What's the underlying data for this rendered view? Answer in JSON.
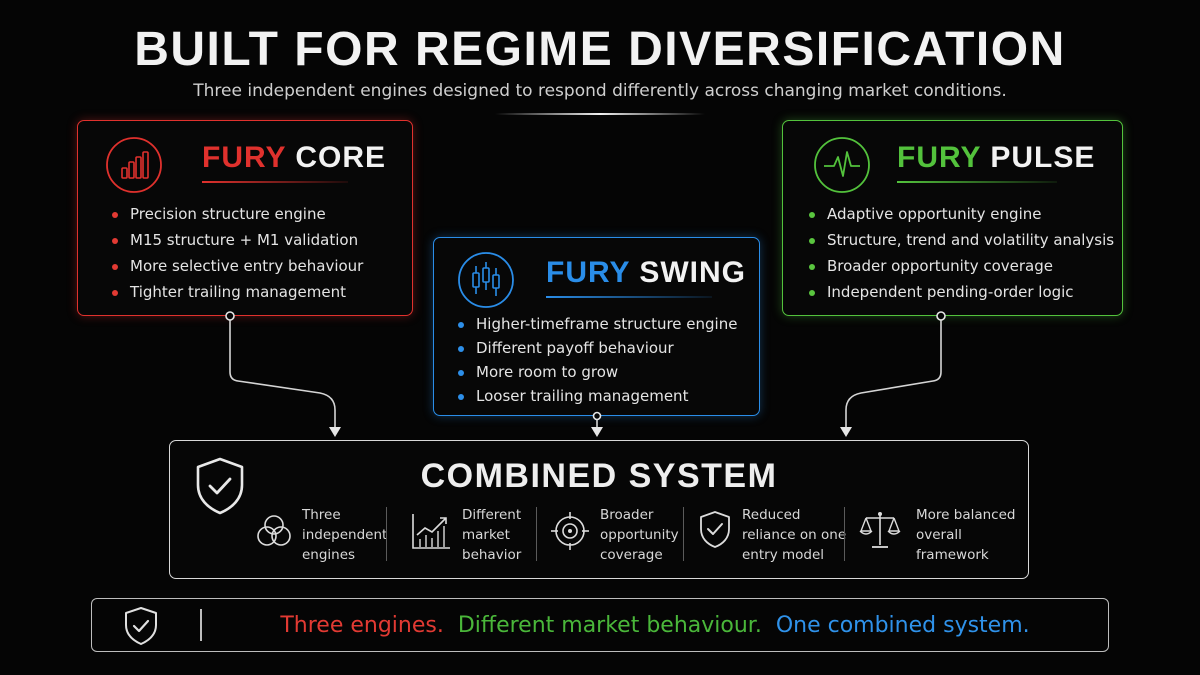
{
  "header": {
    "title": "BUILT FOR REGIME DIVERSIFICATION",
    "subtitle": "Three independent engines designed to respond differently across changing market conditions."
  },
  "engines": {
    "core": {
      "name_prefix": "FURY",
      "name_suffix": "CORE",
      "accent": "#e0312d",
      "icon": "bar-chart-icon",
      "bullets": [
        "Precision structure engine",
        "M15 structure + M1 validation",
        "More selective entry behaviour",
        "Tighter trailing management"
      ]
    },
    "swing": {
      "name_prefix": "FURY",
      "name_suffix": "SWING",
      "accent": "#2a8de8",
      "icon": "candlestick-icon",
      "bullets": [
        "Higher-timeframe structure engine",
        "Different payoff behaviour",
        "More room to grow",
        "Looser trailing management"
      ]
    },
    "pulse": {
      "name_prefix": "FURY",
      "name_suffix": "PULSE",
      "accent": "#53c23c",
      "icon": "heartbeat-icon",
      "bullets": [
        "Adaptive opportunity engine",
        "Structure, trend and volatility analysis",
        "Broader opportunity coverage",
        "Independent pending-order logic"
      ]
    }
  },
  "combined": {
    "title": "COMBINED SYSTEM",
    "icon": "shield-check-icon",
    "features": [
      {
        "icon": "venn-circles-icon",
        "lines": [
          "Three",
          "independent",
          "engines"
        ]
      },
      {
        "icon": "rising-chart-icon",
        "lines": [
          "Different",
          "market",
          "behavior"
        ]
      },
      {
        "icon": "target-icon",
        "lines": [
          "Broader",
          "opportunity",
          "coverage"
        ]
      },
      {
        "icon": "shield-check-icon",
        "lines": [
          "Reduced",
          "reliance on one",
          "entry model"
        ]
      },
      {
        "icon": "balance-scale-icon",
        "lines": [
          "More balanced",
          "overall",
          "framework"
        ]
      }
    ]
  },
  "tagline": {
    "icon": "shield-check-icon",
    "part1": "Three engines.",
    "part2": "Different market behaviour.",
    "part3": "One combined system."
  }
}
